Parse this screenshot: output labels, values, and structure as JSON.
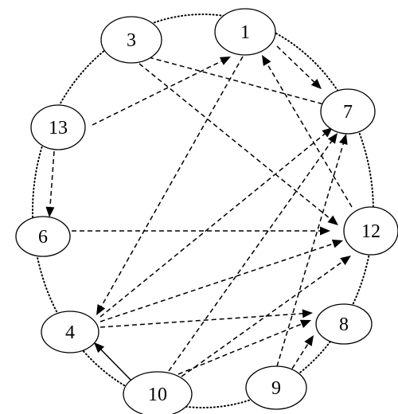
{
  "diagram": {
    "type": "directed-graph",
    "nodes": [
      {
        "id": "1",
        "label": "1"
      },
      {
        "id": "3",
        "label": "3"
      },
      {
        "id": "7",
        "label": "7"
      },
      {
        "id": "13",
        "label": "13"
      },
      {
        "id": "6",
        "label": "6"
      },
      {
        "id": "12",
        "label": "12"
      },
      {
        "id": "4",
        "label": "4"
      },
      {
        "id": "8",
        "label": "8"
      },
      {
        "id": "10",
        "label": "10"
      },
      {
        "id": "9",
        "label": "9"
      }
    ],
    "edges": [
      {
        "from": "3",
        "to": "7",
        "style": "dashed"
      },
      {
        "from": "3",
        "to": "12",
        "style": "dashed"
      },
      {
        "from": "1",
        "to": "7",
        "style": "dashed"
      },
      {
        "from": "1",
        "to": "4",
        "style": "dashed"
      },
      {
        "from": "13",
        "to": "1",
        "style": "dashed"
      },
      {
        "from": "13",
        "to": "6",
        "style": "dashed"
      },
      {
        "from": "12",
        "to": "1",
        "style": "dashed"
      },
      {
        "from": "6",
        "to": "12",
        "style": "dashed"
      },
      {
        "from": "4",
        "to": "7",
        "style": "dashed"
      },
      {
        "from": "4",
        "to": "12",
        "style": "dashed"
      },
      {
        "from": "4",
        "to": "8",
        "style": "dashed"
      },
      {
        "from": "10",
        "to": "4",
        "style": "solid"
      },
      {
        "from": "10",
        "to": "7",
        "style": "dashed"
      },
      {
        "from": "10",
        "to": "8",
        "style": "dashed"
      },
      {
        "from": "10",
        "to": "12",
        "style": "dashed"
      },
      {
        "from": "9",
        "to": "7",
        "style": "dashed"
      },
      {
        "from": "9",
        "to": "8",
        "style": "dashed"
      }
    ]
  }
}
